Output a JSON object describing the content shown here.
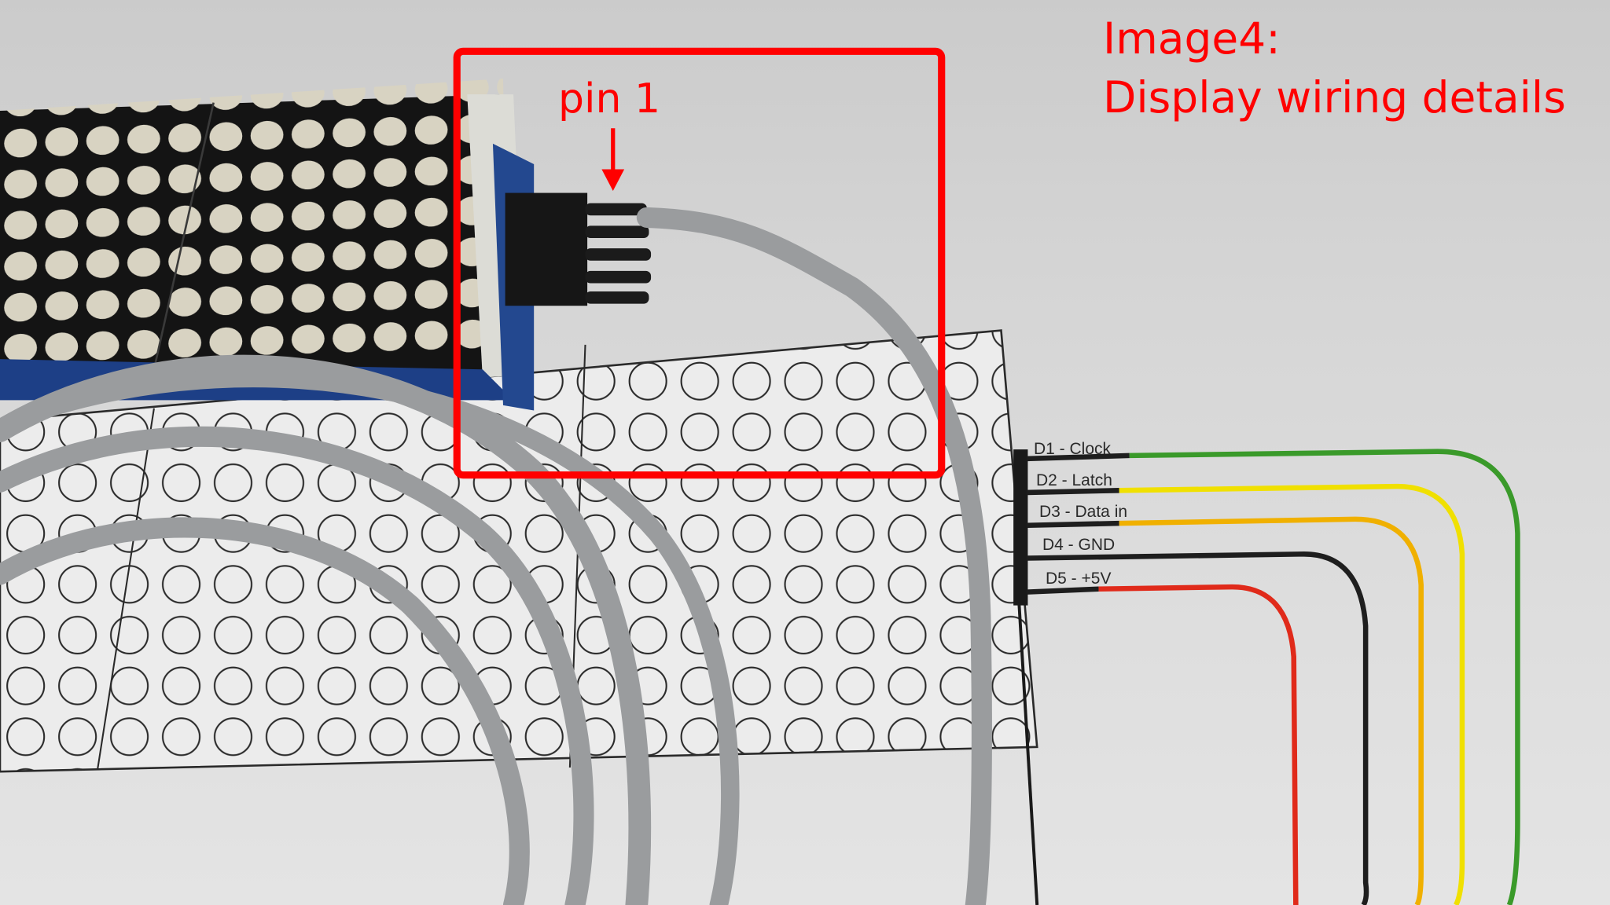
{
  "annotation": {
    "title_line1": "Image4:",
    "title_line2": "Display wiring details",
    "pin_label": "pin 1",
    "highlight_color": "#ff0000"
  },
  "wiring_diagram": {
    "pins": [
      {
        "label": "D1 - Clock",
        "wire_color": "#3a9a2a"
      },
      {
        "label": "D2 - Latch",
        "wire_color": "#f0e000"
      },
      {
        "label": "D3 - Data in",
        "wire_color": "#f0b000"
      },
      {
        "label": "D4 - GND",
        "wire_color": "#1e1e1e"
      },
      {
        "label": "D5 - +5V",
        "wire_color": "#e02a1a"
      }
    ]
  },
  "scene": {
    "led_matrix_modules": 2,
    "led_color": "#d8d3c2",
    "matrix_body_color": "#141414",
    "ribbon_cable_color": "#9a9c9e"
  }
}
